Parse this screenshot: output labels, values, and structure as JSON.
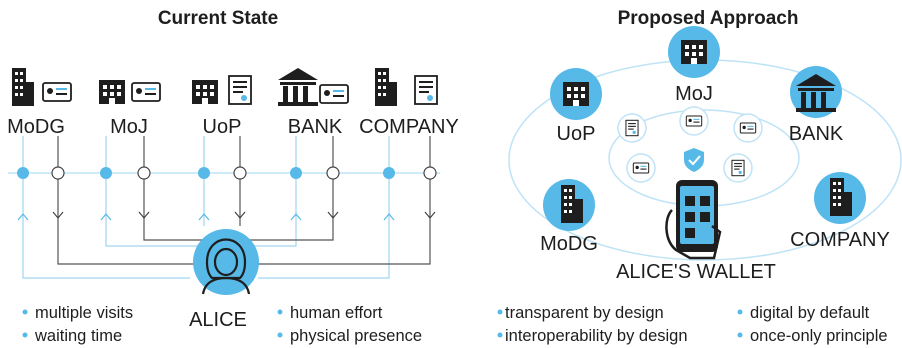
{
  "left": {
    "title": "Current State",
    "entities": [
      "MoDG",
      "MoJ",
      "UoP",
      "BANK",
      "COMPANY"
    ],
    "person": "ALICE",
    "bullets_left": [
      "multiple visits",
      "waiting time"
    ],
    "bullets_right": [
      "human effort",
      "physical presence"
    ]
  },
  "right": {
    "title": "Proposed Approach",
    "entities": [
      "MoJ",
      "UoP",
      "BANK",
      "MoDG",
      "COMPANY"
    ],
    "wallet_label": "ALICE'S WALLET",
    "bullets_left": [
      "transparent by design",
      "interoperability by design"
    ],
    "bullets_right": [
      "digital by default",
      "once-only principle"
    ]
  },
  "colors": {
    "accent": "#57b9e8",
    "line": "#bfe3f6",
    "ink": "#1e1e1e"
  }
}
